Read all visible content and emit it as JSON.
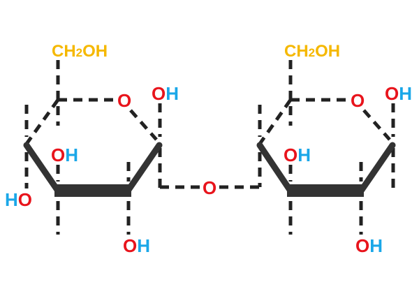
{
  "colors": {
    "oxygen": "#e8141c",
    "hydrogen": "#1aa7e8",
    "ch2oh": "#f5b800",
    "bond": "#333333"
  },
  "left_ring": {
    "ch2oh": {
      "ch": "CH",
      "sub": "2",
      "oh": "OH"
    },
    "ring_o": "O",
    "oh_anomeric": {
      "o": "O",
      "h": "H"
    },
    "oh_c3": {
      "o": "O",
      "h": "H"
    },
    "oh_c4": {
      "h": "H",
      "o": "O"
    },
    "oh_c2": {
      "o": "O",
      "h": "H"
    }
  },
  "bridge_o": "O",
  "right_ring": {
    "ch2oh": {
      "ch": "CH",
      "sub": "2",
      "oh": "OH"
    },
    "ring_o": "O",
    "oh_anomeric": {
      "o": "O",
      "h": "H"
    },
    "oh_c3": {
      "o": "O",
      "h": "H"
    },
    "oh_c2": {
      "o": "O",
      "h": "H"
    }
  }
}
